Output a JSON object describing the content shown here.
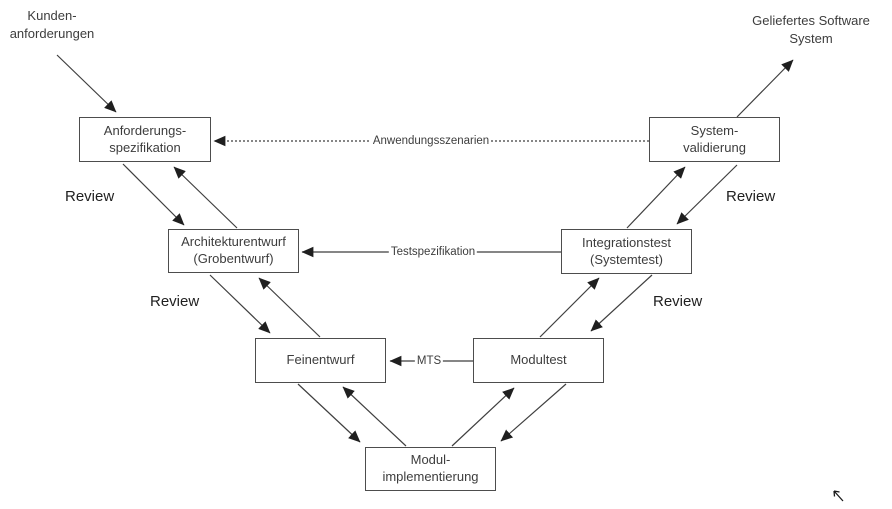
{
  "nodes": {
    "anforderungsspezifikation": {
      "line1": "Anforderungs-",
      "line2": "spezifikation"
    },
    "systemvalidierung": {
      "line1": "System-",
      "line2": "validierung"
    },
    "architekturentwurf": {
      "line1": "Architekturentwurf",
      "line2": "(Grobentwurf)"
    },
    "integrationstest": {
      "line1": "Integrationstest",
      "line2": "(Systemtest)"
    },
    "feinentwurf": {
      "line1": "Feinentwurf",
      "line2": ""
    },
    "modultest": {
      "line1": "Modultest",
      "line2": ""
    },
    "modulimplementierung": {
      "line1": "Modul-",
      "line2": "implementierung"
    }
  },
  "external_labels": {
    "kundenanforderungen": {
      "line1": "Kunden-",
      "line2": "anforderungen"
    },
    "geliefertes_software_system": {
      "line1": "Geliefertes Software",
      "line2": "System"
    }
  },
  "edge_labels": {
    "anwendungsszenarien": "Anwendungsszenarien",
    "testspezifikation": "Testspezifikation",
    "mts": "MTS",
    "review": "Review"
  },
  "colors": {
    "background": "#ffffff",
    "box_border": "#4d4d4d",
    "box_fill": "#ffffff",
    "line": "#3f3f3f",
    "text": "#3d3d3d"
  }
}
